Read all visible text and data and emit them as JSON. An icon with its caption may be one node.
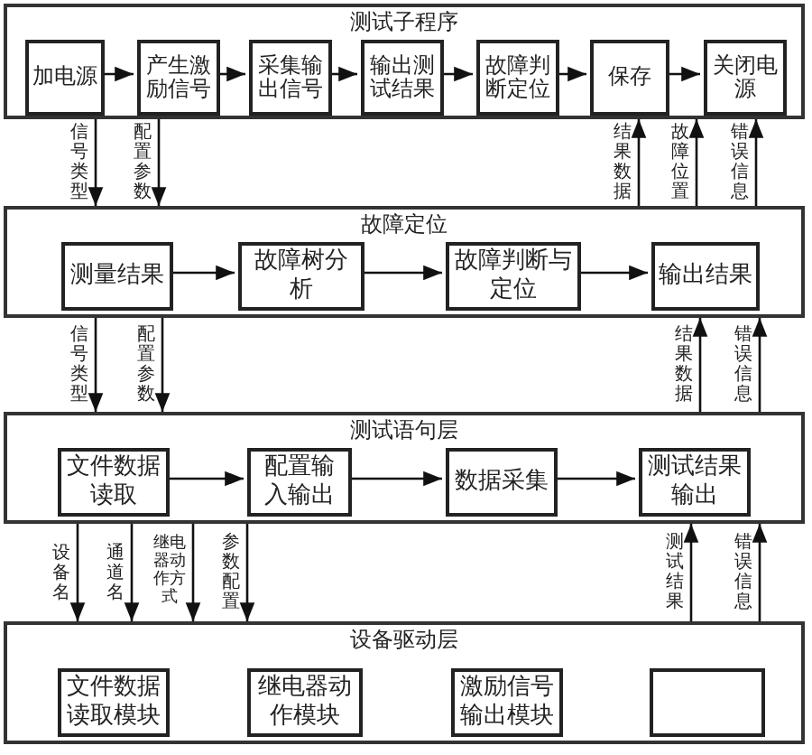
{
  "diagram": {
    "nodes": [
      {
        "text": [
          "测试子程序"
        ]
      },
      {
        "text": [
          "加电源"
        ],
        "in": 0
      },
      {
        "text": [
          "产生激励信号"
        ],
        "in": 0
      },
      {
        "text": [
          "采集输出信号"
        ],
        "in": 0
      },
      {
        "text": [
          "输出测试结果"
        ],
        "in": 0
      },
      {
        "text": [
          "故障判断定位"
        ],
        "in": 0
      },
      {
        "text": [
          "保存"
        ],
        "in": 0
      },
      {
        "text": [
          "关闭电源"
        ],
        "in": 0
      },
      {
        "text": [
          "故障定位"
        ]
      },
      {
        "text": [
          "测量结果"
        ],
        "in": 8
      },
      {
        "text": [
          "故障树分析"
        ],
        "in": 8
      },
      {
        "text": [
          "故障判断与定位"
        ],
        "in": 8
      },
      {
        "text": [
          "输出结果"
        ],
        "in": 8
      },
      {
        "text": [
          "测试语句层"
        ]
      },
      {
        "text": [
          "文件数据读取"
        ],
        "in": 13
      },
      {
        "text": [
          "配置输入输出"
        ],
        "in": 13
      },
      {
        "text": [
          "数据采集"
        ],
        "in": 13
      },
      {
        "text": [
          "测试结果输出"
        ],
        "in": 13
      },
      {
        "text": [
          "设备驱动层"
        ]
      },
      {
        "text": [
          "文件数据读取模块"
        ],
        "in": 18
      },
      {
        "text": [
          "继电器动作模块"
        ],
        "in": 18
      },
      {
        "text": [
          "激励信号输出模块"
        ],
        "in": 18
      },
      {
        "text": [],
        "shape": "box",
        "in": 18
      }
    ],
    "edges": [
      {
        "from": 1,
        "to": 2,
        "arrow": "to"
      },
      {
        "from": 2,
        "to": 3,
        "arrow": "to"
      },
      {
        "from": 3,
        "to": 4,
        "arrow": "to"
      },
      {
        "from": 4,
        "to": 5,
        "arrow": "to"
      },
      {
        "from": 5,
        "to": 6,
        "arrow": "to"
      },
      {
        "from": 6,
        "to": 7,
        "arrow": "to"
      },
      {
        "from": 9,
        "to": 10,
        "arrow": "to"
      },
      {
        "from": 10,
        "to": 11,
        "arrow": "to"
      },
      {
        "from": 11,
        "to": 12,
        "arrow": "to"
      },
      {
        "from": 14,
        "to": 15,
        "arrow": "to"
      },
      {
        "from": 15,
        "to": 16,
        "arrow": "to"
      },
      {
        "from": 16,
        "to": 17,
        "arrow": "to"
      },
      {
        "from": 0,
        "to": 8,
        "arrow": "to",
        "label": "信号类型"
      },
      {
        "from": 0,
        "to": 8,
        "arrow": "to",
        "label": "配置参数"
      },
      {
        "from": 8,
        "to": 0,
        "arrow": "to",
        "label": "结果数据"
      },
      {
        "from": 8,
        "to": 0,
        "arrow": "to",
        "label": "故障位置"
      },
      {
        "from": 8,
        "to": 0,
        "arrow": "to",
        "label": "错误信息"
      },
      {
        "from": 8,
        "to": 13,
        "arrow": "to",
        "label": "信号类型"
      },
      {
        "from": 8,
        "to": 13,
        "arrow": "to",
        "label": "配置参数"
      },
      {
        "from": 13,
        "to": 8,
        "arrow": "to",
        "label": "结果数据"
      },
      {
        "from": 13,
        "to": 8,
        "arrow": "to",
        "label": "错误信息"
      },
      {
        "from": 13,
        "to": 18,
        "arrow": "to",
        "label": "设备名"
      },
      {
        "from": 13,
        "to": 18,
        "arrow": "to",
        "label": "通道名"
      },
      {
        "from": 13,
        "to": 18,
        "arrow": "to",
        "label": "继电器动作方式"
      },
      {
        "from": 13,
        "to": 18,
        "arrow": "to",
        "label": "参数配置"
      },
      {
        "from": 18,
        "to": 13,
        "arrow": "to",
        "label": "测试结果"
      },
      {
        "from": 18,
        "to": 13,
        "arrow": "to",
        "label": "错误信息"
      }
    ]
  }
}
